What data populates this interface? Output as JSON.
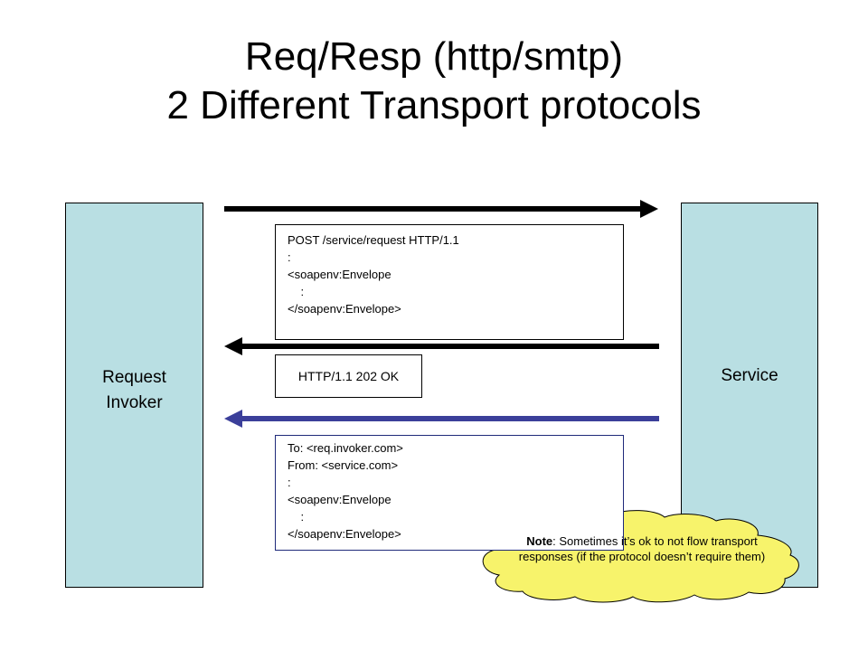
{
  "title": {
    "line1": "Req/Resp (http/smtp)",
    "line2": "2 Different Transport protocols"
  },
  "actors": {
    "left": [
      "Request",
      "Invoker"
    ],
    "right": "Service"
  },
  "messages": {
    "request": [
      "POST /service/request HTTP/1.1",
      ":",
      "<soapenv:Envelope",
      "    :",
      "</soapenv:Envelope>"
    ],
    "http_response": "HTTP/1.1 202 OK",
    "smtp_response": [
      "To: <req.invoker.com>",
      "From: <service.com>",
      ":",
      "<soapenv:Envelope",
      "    :",
      "</soapenv:Envelope>"
    ]
  },
  "note": {
    "bold": "Note",
    "text": ": Sometimes it’s ok to not flow transport responses (if the protocol doesn’t require them)"
  },
  "colors": {
    "actor_fill": "#b9dfe3",
    "black_arrow": "#000000",
    "blue_arrow": "#3b3f9a",
    "cloud_fill": "#f7f36b"
  }
}
